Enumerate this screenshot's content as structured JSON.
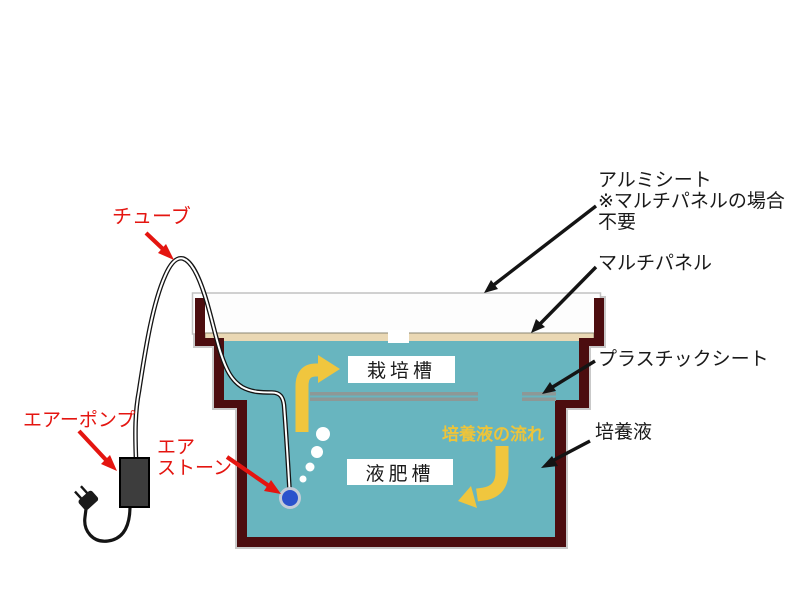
{
  "diagram_title": "hydroponics-system-diagram",
  "colors": {
    "container_wall": "#4c0d0f",
    "water": "#68b5bf",
    "multi_panel_tan": "#ead8b4",
    "aluminum_sheet_white": "#fdfdfd",
    "flow_arrow_yellow": "#f0c63e",
    "annotation_red": "#e41510",
    "annotation_black": "#141414",
    "air_stone_blue": "#2a52cc",
    "pump_body_gray": "#3d3d3d",
    "plastic_sheet_gray": "#8d9896"
  },
  "annotations": {
    "tube": "チューブ",
    "air_pump": "エアーポンプ",
    "air_stone_line1": "エア",
    "air_stone_line2": "ストーン",
    "aluminum_sheet_line1": "アルミシート",
    "aluminum_sheet_line2": "※マルチパネルの場合",
    "aluminum_sheet_line3": "不要",
    "multi_panel": "マルチパネル",
    "plastic_sheet": "プラスチックシート",
    "nutrient_solution": "培養液",
    "nutrient_flow": "培養液の流れ"
  },
  "tanks": {
    "cultivation": "栽培槽",
    "fertilizer": "液肥槽"
  }
}
